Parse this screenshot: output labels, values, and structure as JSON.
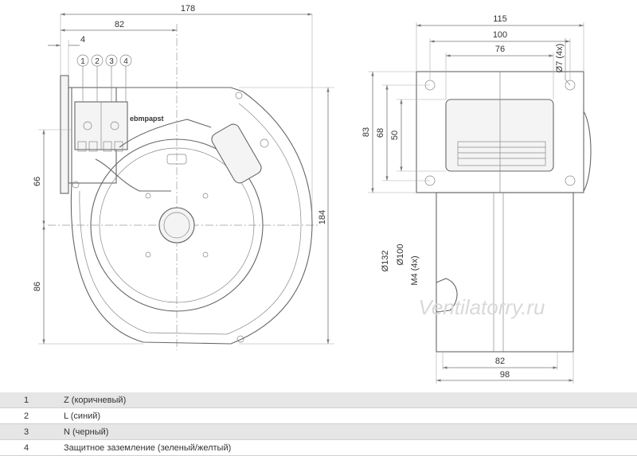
{
  "dimensions": {
    "front": {
      "width_total": "178",
      "width_to_axis": "82",
      "flange": "4",
      "height_upper": "66",
      "height_lower": "86",
      "height_total": "184"
    },
    "side": {
      "width_115": "115",
      "width_100": "100",
      "width_76": "76",
      "hole": "Ø7 (4x)",
      "height_83": "83",
      "height_68": "68",
      "height_50": "50",
      "dia_132": "Ø132",
      "dia_100": "Ø100",
      "thread": "M4 (4x)",
      "bottom_82": "82",
      "bottom_98": "98"
    }
  },
  "terminals": [
    "1",
    "2",
    "3",
    "4"
  ],
  "brand_label": "ebmpapst",
  "watermark": "Ventilatorry.ru",
  "legend": [
    {
      "num": "1",
      "text": "Z (коричневый)"
    },
    {
      "num": "2",
      "text": "L (синий)"
    },
    {
      "num": "3",
      "text": "N (черный)"
    },
    {
      "num": "4",
      "text": "Защитное заземление (зеленый/желтый)"
    }
  ]
}
